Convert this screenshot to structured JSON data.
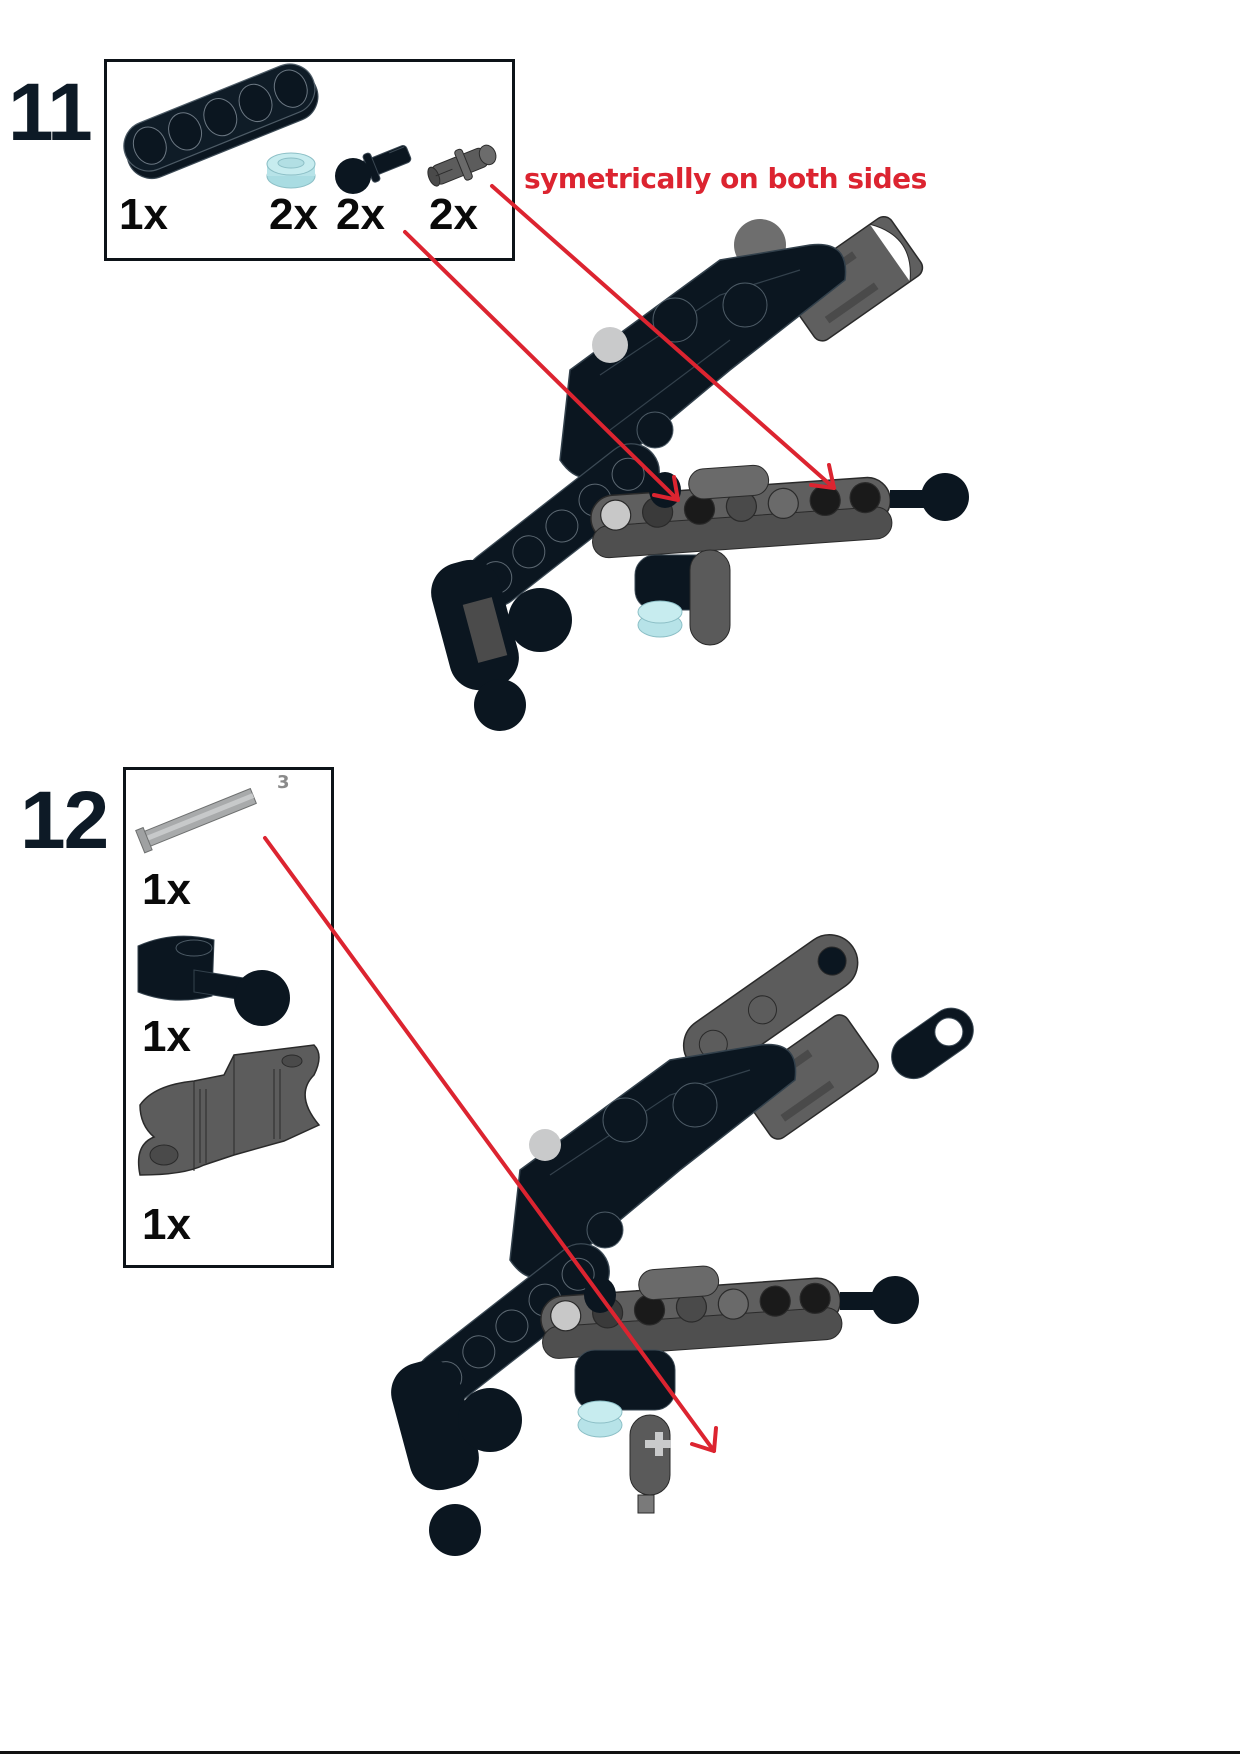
{
  "colors": {
    "step_number": "#0d1a26",
    "annotation_red": "#dc2430",
    "part_black": "#0b1620",
    "part_dark_gray": "#5c5c5c",
    "part_light_gray": "#a8aaab",
    "part_trans_light_blue": "#b7e3e8"
  },
  "steps": [
    {
      "number": "11",
      "parts": [
        {
          "name": "black-beam-5",
          "qty": "1x",
          "icon": "liftarm-beam-icon"
        },
        {
          "name": "trans-light-blue-round-tile-1x1",
          "qty": "2x",
          "icon": "round-tile-icon"
        },
        {
          "name": "black-ball-joint-pin",
          "qty": "2x",
          "icon": "ball-pin-icon"
        },
        {
          "name": "dark-gray-friction-pin",
          "qty": "2x",
          "icon": "friction-pin-icon"
        }
      ],
      "note": "symetrically on both sides"
    },
    {
      "number": "12",
      "parts": [
        {
          "name": "light-gray-axle",
          "qty": "1x",
          "icon": "axle-icon",
          "length_badge": "3"
        },
        {
          "name": "black-ball-joint-axle-connector",
          "qty": "1x",
          "icon": "ball-connector-icon"
        },
        {
          "name": "dark-gray-hand-connector",
          "qty": "1x",
          "icon": "hand-connector-icon"
        }
      ]
    }
  ]
}
